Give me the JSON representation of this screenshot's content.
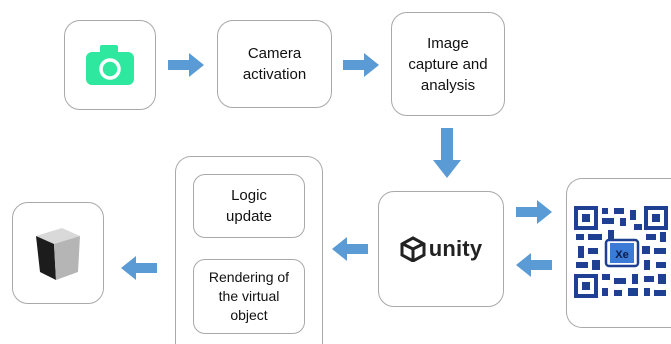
{
  "diagram": {
    "steps": [
      {
        "id": "camera-activation",
        "label": "Camera\nactivation"
      },
      {
        "id": "image-capture",
        "label": "Image\ncapture and\nanalysis"
      },
      {
        "id": "unity",
        "label": "unity"
      },
      {
        "id": "logic-update",
        "label": "Logic\nupdate"
      },
      {
        "id": "rendering",
        "label": "Rendering of\nthe virtual\nobject"
      }
    ],
    "icons": {
      "camera": "camera-icon",
      "unity_logo": "unity-logo-icon",
      "qr_code": "qr-code-icon",
      "qr_badge_text": "Xe",
      "cube": "cube-icon"
    },
    "colors": {
      "arrow": "#5b9bd5",
      "camera": "#2ee8a0",
      "box_border": "#a9a9a9"
    }
  }
}
